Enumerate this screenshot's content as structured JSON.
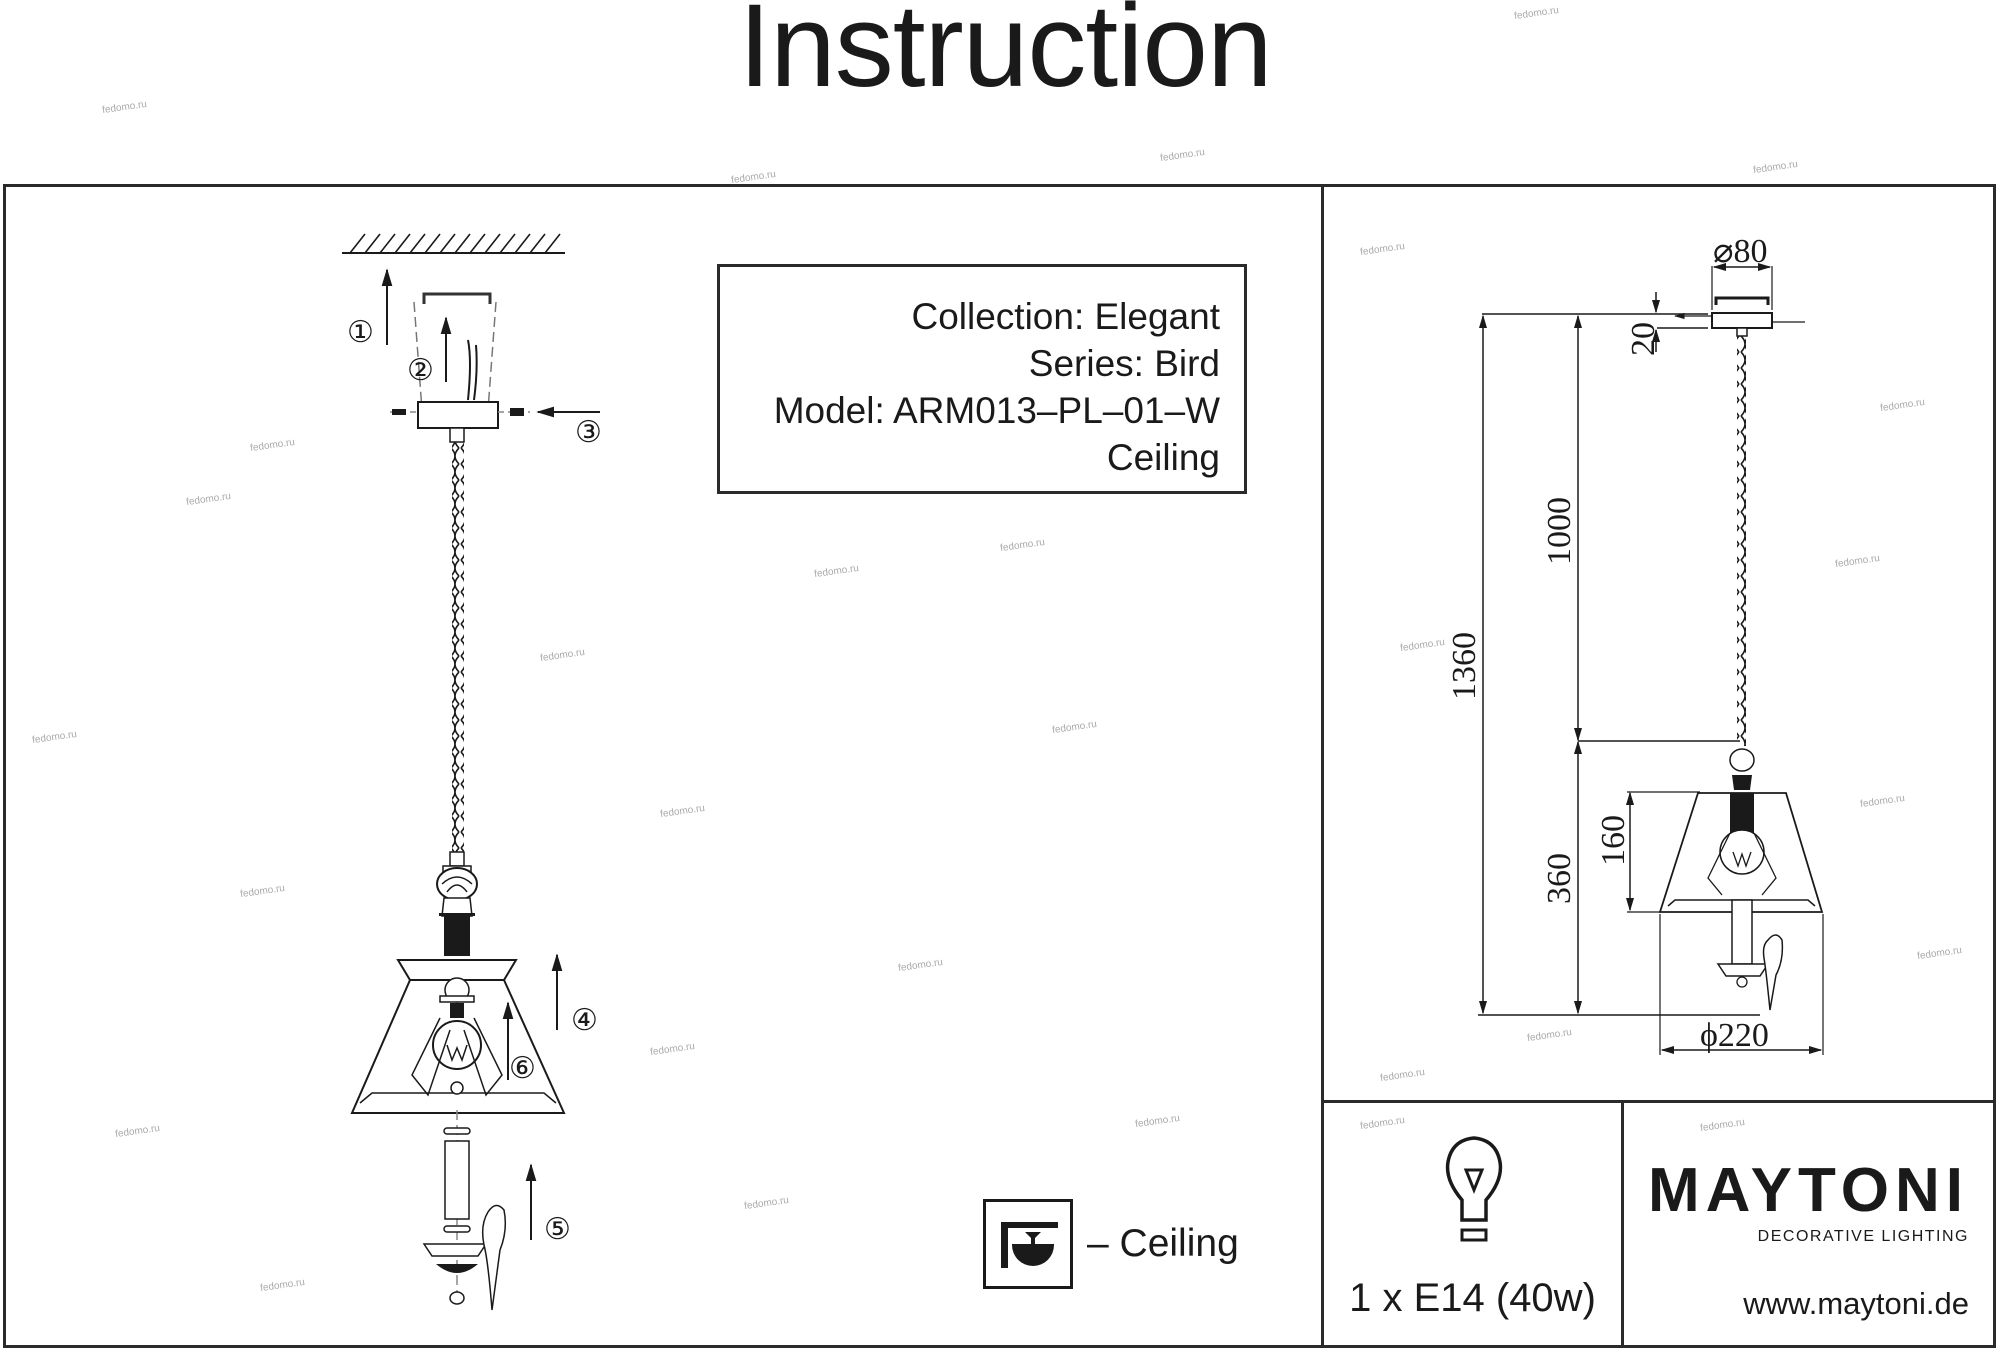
{
  "header": {
    "title": "Instruction"
  },
  "product_info": {
    "collection": "Collection: Elegant",
    "series": "Series: Bird",
    "model": "Model: ARM013–PL–01–W",
    "type": "Ceiling"
  },
  "assembly_steps": [
    "①",
    "②",
    "③",
    "④",
    "⑤",
    "⑥"
  ],
  "dimensions": {
    "canopy_diameter": "⌀80",
    "canopy_height": "20",
    "total_height": "1360",
    "cord_length": "1000",
    "lamp_height": "360",
    "shade_height": "160",
    "shade_diameter": "ϕ220"
  },
  "mounting": {
    "icon": "ceiling-mount-icon",
    "label": "– Ceiling"
  },
  "bulb": {
    "icon": "light-bulb-icon",
    "spec": "1 x E14 (40w)"
  },
  "brand": {
    "logo": "MAYTONI",
    "tagline": "DECORATIVE LIGHTING",
    "website": "www.maytoni.de"
  },
  "watermark": "fedomo.ru"
}
